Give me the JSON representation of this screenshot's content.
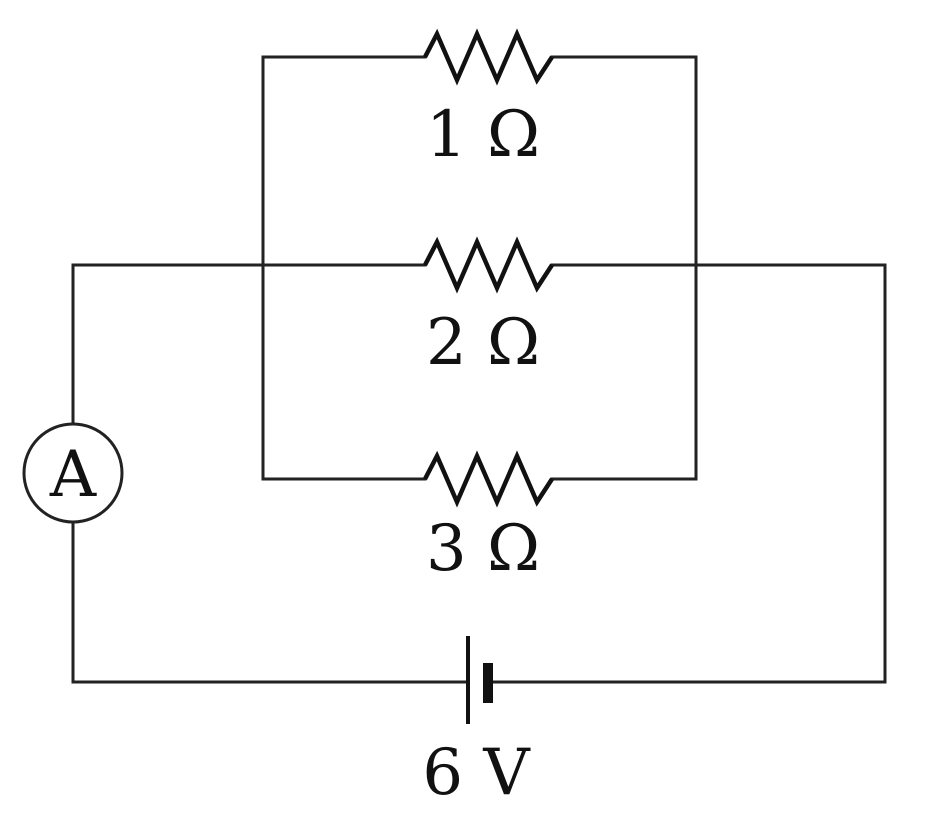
{
  "circuit": {
    "resistors": [
      {
        "label": "1 Ω"
      },
      {
        "label": "2 Ω"
      },
      {
        "label": "3 Ω"
      }
    ],
    "ammeter": {
      "label": "A"
    },
    "battery": {
      "label": "6 V"
    }
  }
}
